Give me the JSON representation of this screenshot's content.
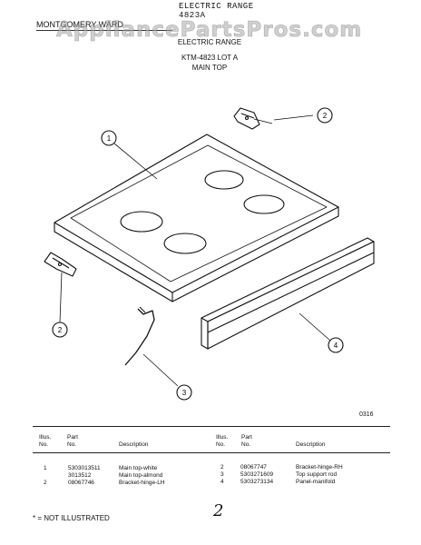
{
  "header": {
    "typed_line1": "ELECTRIC RANGE",
    "typed_line2": "4823A",
    "brand": "MONTGOMERY WARD",
    "watermark": "AppliancePartsPros.com"
  },
  "titles": {
    "line1": "ELECTRIC RANGE",
    "line2": "KTM-4823 LOT A",
    "line3": "MAIN TOP"
  },
  "callouts": [
    "1",
    "2",
    "2",
    "3",
    "4"
  ],
  "page_code": "0316",
  "table": {
    "headers": {
      "illus": [
        "Illus.",
        "No."
      ],
      "part": [
        "Part",
        "No."
      ],
      "description": "Description"
    },
    "left": [
      {
        "illus": "1",
        "part": "5303013511",
        "description": "Main top-white"
      },
      {
        "illus": "",
        "part": "3013512",
        "description": "Main top-almond"
      },
      {
        "illus": "2",
        "part": "08067746",
        "description": "Bracket-hinge-LH"
      }
    ],
    "right": [
      {
        "illus": "2",
        "part": "08067747",
        "description": "Bracket-hinge-RH"
      },
      {
        "illus": "3",
        "part": "5303271609",
        "description": "Top support rod"
      },
      {
        "illus": "4",
        "part": "5303273134",
        "description": "Panel-manifold"
      }
    ]
  },
  "footnote": "* = NOT ILLUSTRATED",
  "handwritten_page": "2"
}
